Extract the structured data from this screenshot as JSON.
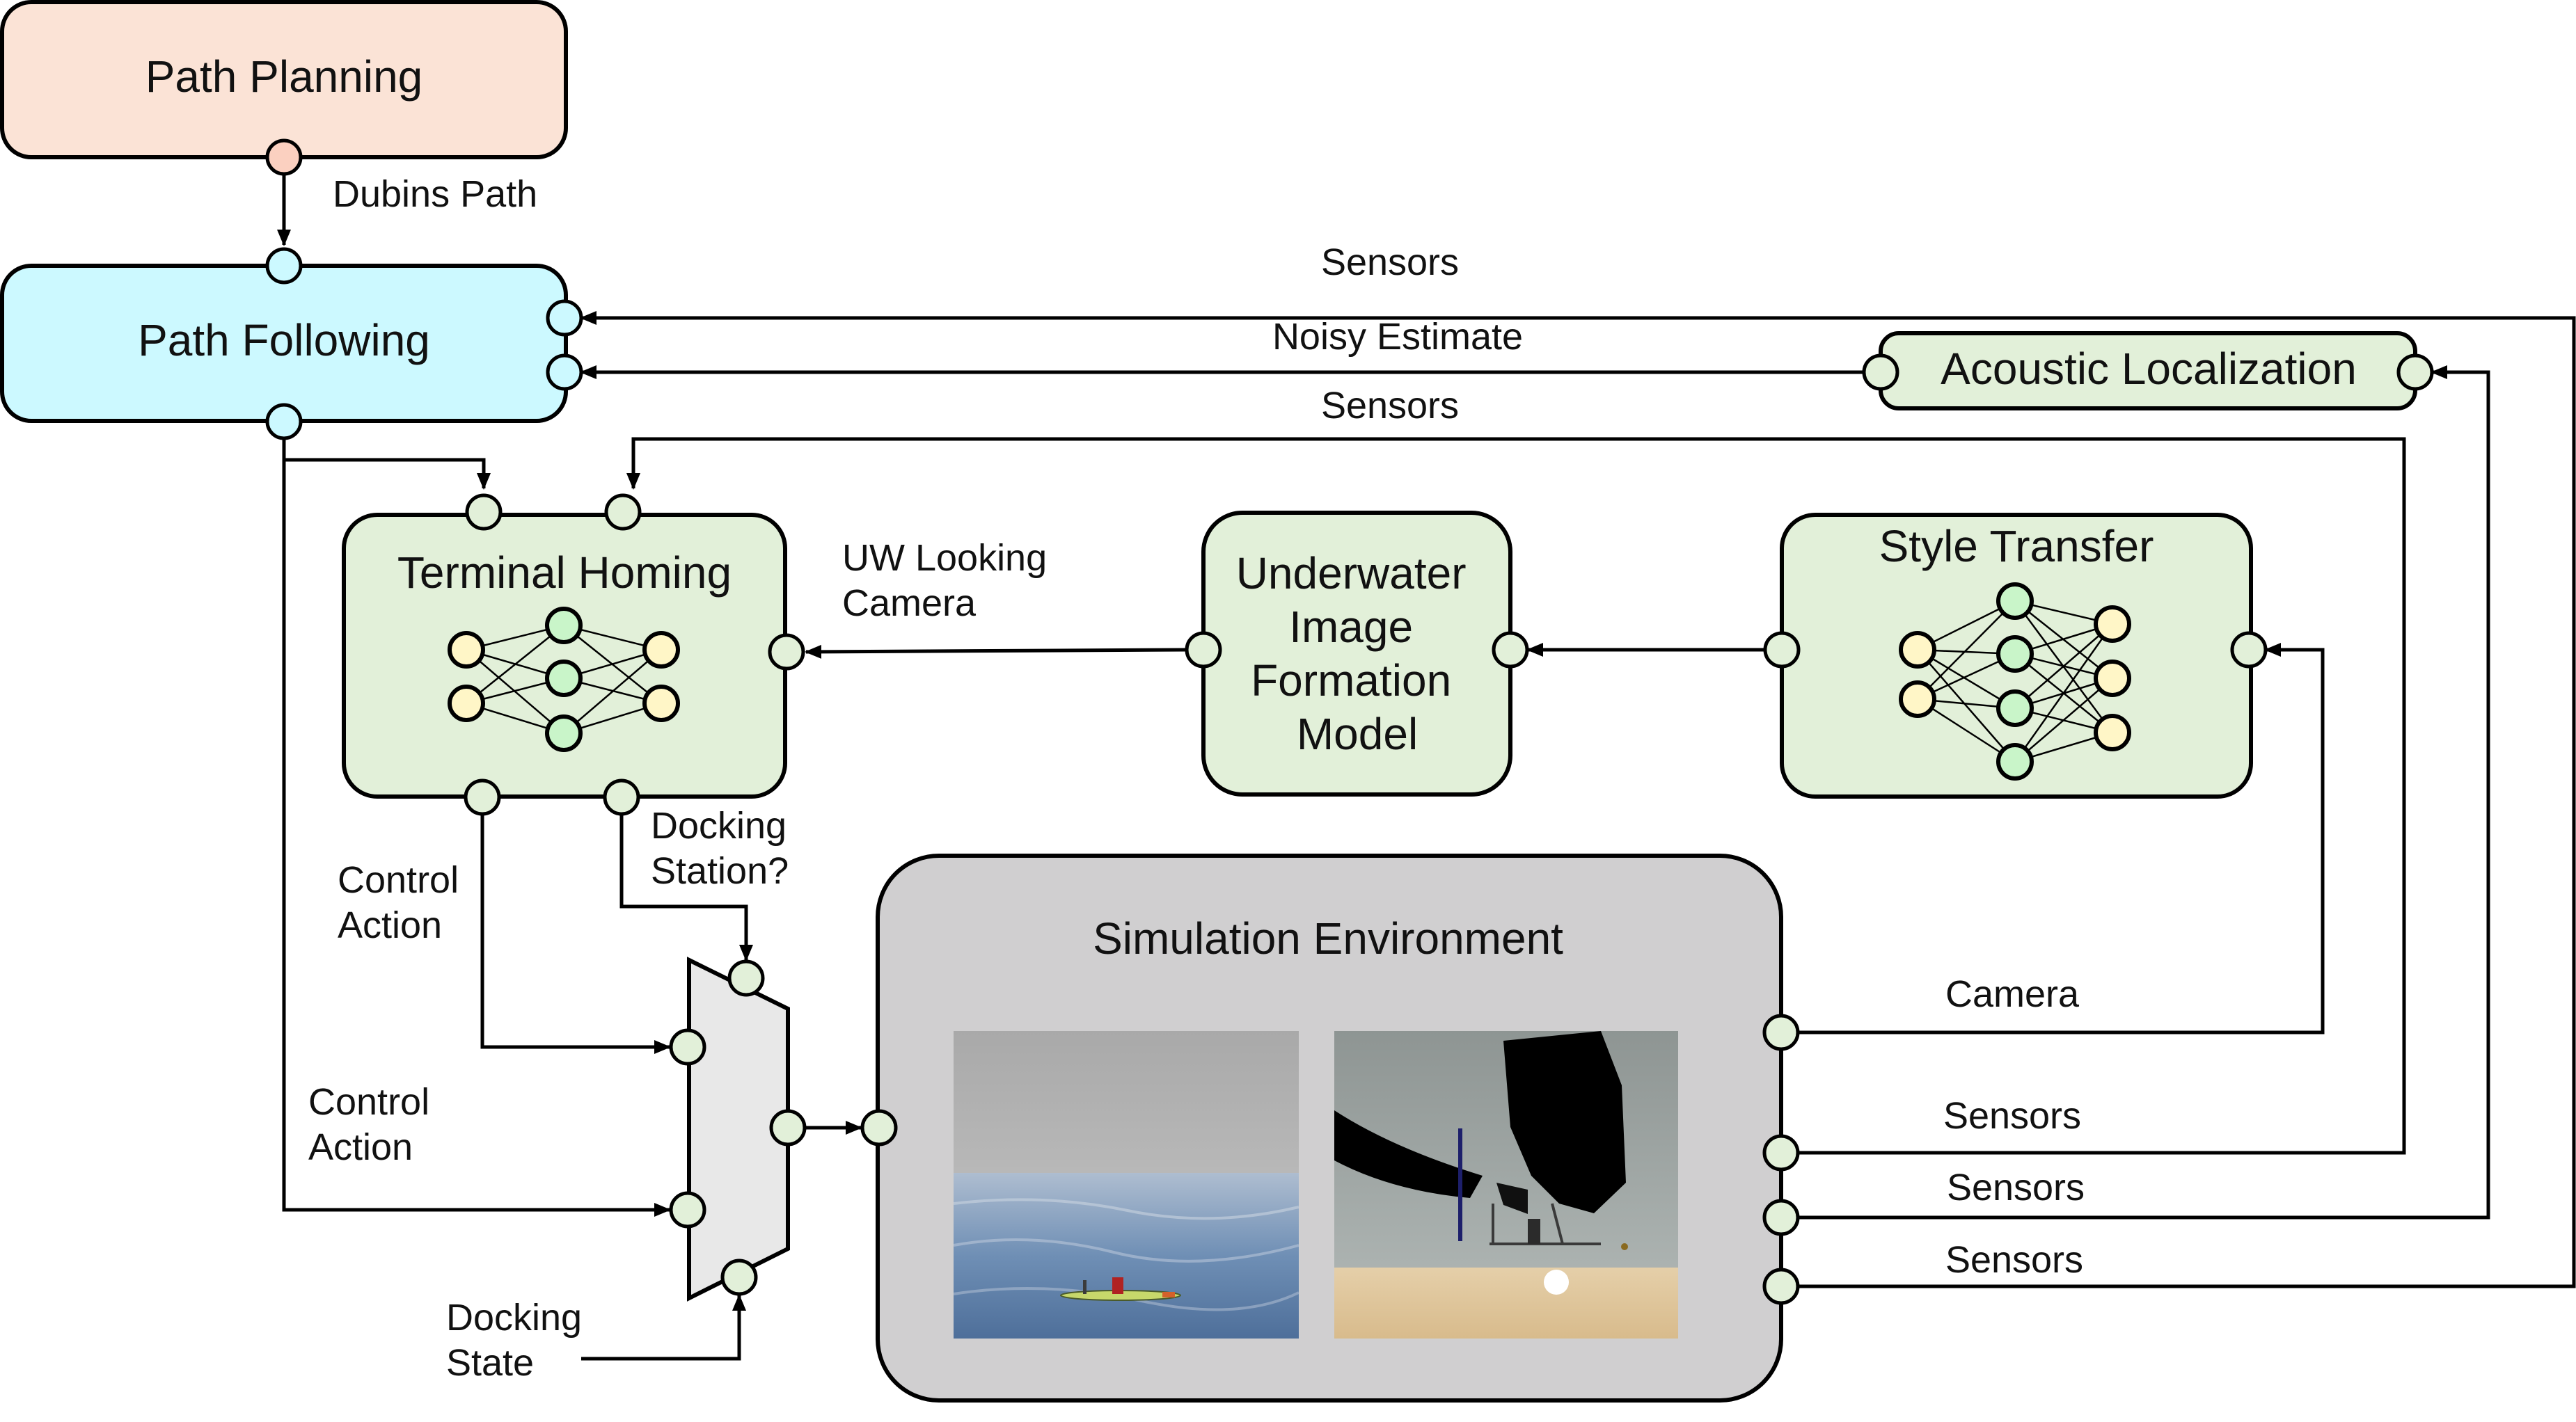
{
  "colors": {
    "path_planning": "#fbe3d6",
    "path_following": "#ccf9ff",
    "module_green": "#e2f0d9",
    "sim_env": "#d0cfd0",
    "mux": "#e8e8e8",
    "port_default": "#e2f0d9",
    "port_peach": "#fbd0c0",
    "port_cyan": "#ccf9ff",
    "neuron_yellow": "#fff6c7",
    "neuron_green": "#c9f5c9"
  },
  "boxes": {
    "path_planning": "Path Planning",
    "path_following": "Path Following",
    "acoustic_localization": "Acoustic Localization",
    "terminal_homing": "Terminal Homing",
    "underwater_model": [
      "Underwater",
      "Image",
      "Formation",
      "Model"
    ],
    "style_transfer": "Style Transfer",
    "simulation_environment": "Simulation Environment"
  },
  "edges": {
    "dubins_path": "Dubins Path",
    "sensors_top": "Sensors",
    "noisy_estimate": "Noisy Estimate",
    "sensors_mid": "Sensors",
    "uw_camera": [
      "UW Looking",
      "Camera"
    ],
    "docking_station": [
      "Docking",
      "Station?"
    ],
    "control_action_1": [
      "Control",
      "Action"
    ],
    "control_action_2": [
      "Control",
      "Action"
    ],
    "docking_state": [
      "Docking",
      "State"
    ],
    "camera": "Camera",
    "sensors_1": "Sensors",
    "sensors_2": "Sensors",
    "sensors_3": "Sensors"
  }
}
